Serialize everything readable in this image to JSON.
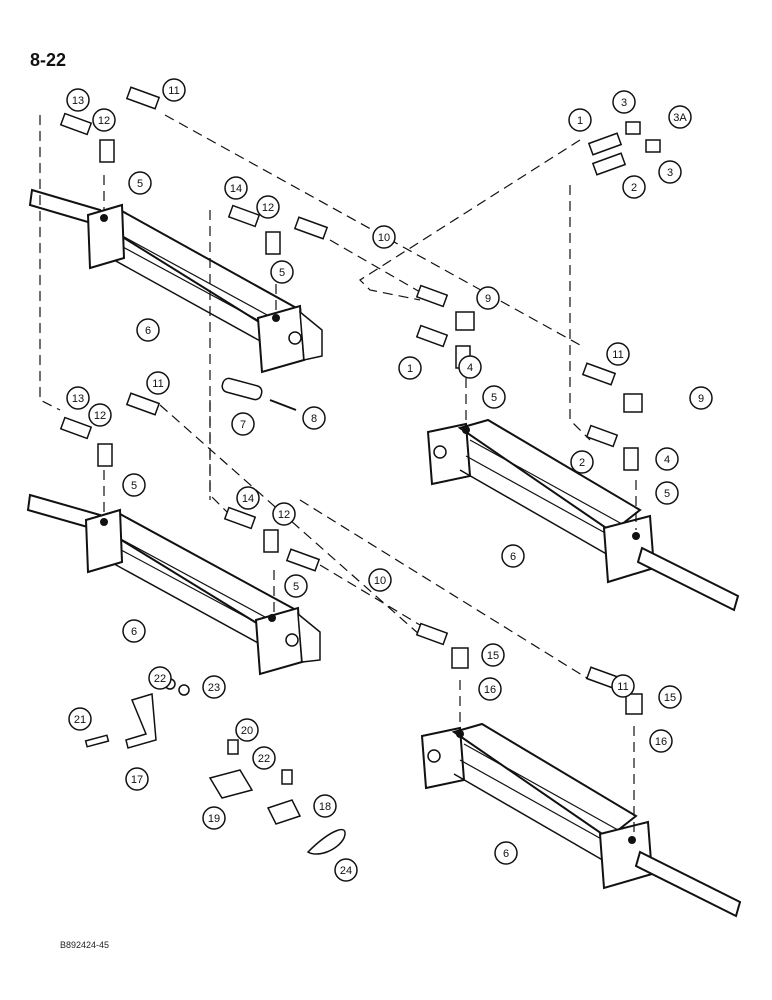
{
  "header": {
    "page_number": "8-22"
  },
  "footer": {
    "doc_code": "B892424-45"
  },
  "callouts": [
    "13",
    "11",
    "12",
    "5",
    "1",
    "3",
    "3A",
    "3",
    "2",
    "14",
    "12",
    "10",
    "5",
    "9",
    "6",
    "1",
    "4",
    "5",
    "11",
    "9",
    "7",
    "8",
    "13",
    "11",
    "12",
    "5",
    "2",
    "4",
    "5",
    "14",
    "12",
    "5",
    "6",
    "10",
    "6",
    "15",
    "16",
    "11",
    "15",
    "16",
    "22",
    "23",
    "21",
    "17",
    "20",
    "22",
    "19",
    "18",
    "24",
    "6"
  ]
}
